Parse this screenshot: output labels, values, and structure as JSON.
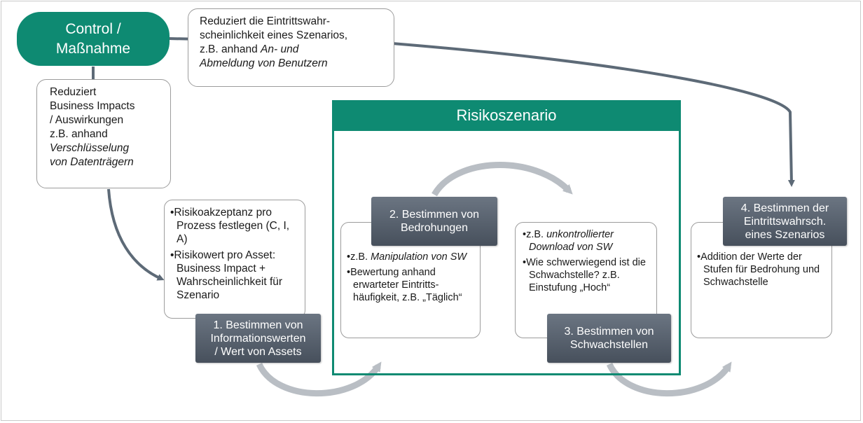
{
  "control": {
    "line1": "Control /",
    "line2": "Maßnahme"
  },
  "note_top": {
    "line1": "Reduziert die Eintrittswahr-",
    "line2": "scheinlichkeit eines Szenarios,",
    "line3_prefix": "z.B. anhand ",
    "line3_italic": "An- und",
    "line4_italic": "Abmeldung von Benutzern"
  },
  "note_left": {
    "line1": "Reduziert",
    "line2": "Business Impacts",
    "line3": "/ Auswirkungen",
    "line4": "z.B. anhand",
    "line5_italic": "Verschlüsselung",
    "line6_italic": "von Datenträgern"
  },
  "scenario": {
    "title": "Risikoszenario"
  },
  "step1": {
    "label_l1": "1. Bestimmen von",
    "label_l2": "Informationswerten",
    "label_l3": "/ Wert von Assets",
    "bullets": [
      "•Risikoakzeptanz pro Prozess festlegen (C, I, A)",
      "•Risikowert pro Asset: Business Impact + Wahrscheinlichkeit für Szenario"
    ]
  },
  "step2": {
    "label_l1": "2. Bestimmen von",
    "label_l2": "Bedrohungen",
    "bullet1_prefix": "•z.B. ",
    "bullet1_italic": "Manipulation von SW",
    "bullet2": "•Bewertung anhand erwarteter Eintritts-häufigkeit, z.B. „Täglich“"
  },
  "step3": {
    "label_l1": "3. Bestimmen von",
    "label_l2": "Schwachstellen",
    "bullet1_prefix": "•z.B. ",
    "bullet1_italic": "unkontrollierter Download von SW",
    "bullet2": "•Wie schwerwiegend ist die Schwachstelle? z.B. Einstufung „Hoch“"
  },
  "step4": {
    "label_l1": "4. Bestimmen der",
    "label_l2": "Eintrittswahrsch.",
    "label_l3": "eines Szenarios",
    "bullet1": "•Addition der Werte der Stufen für Bedrohung und Schwachstelle"
  },
  "colors": {
    "accent": "#0e8a72",
    "step": "#505a66",
    "border": "#9c9c9c"
  }
}
